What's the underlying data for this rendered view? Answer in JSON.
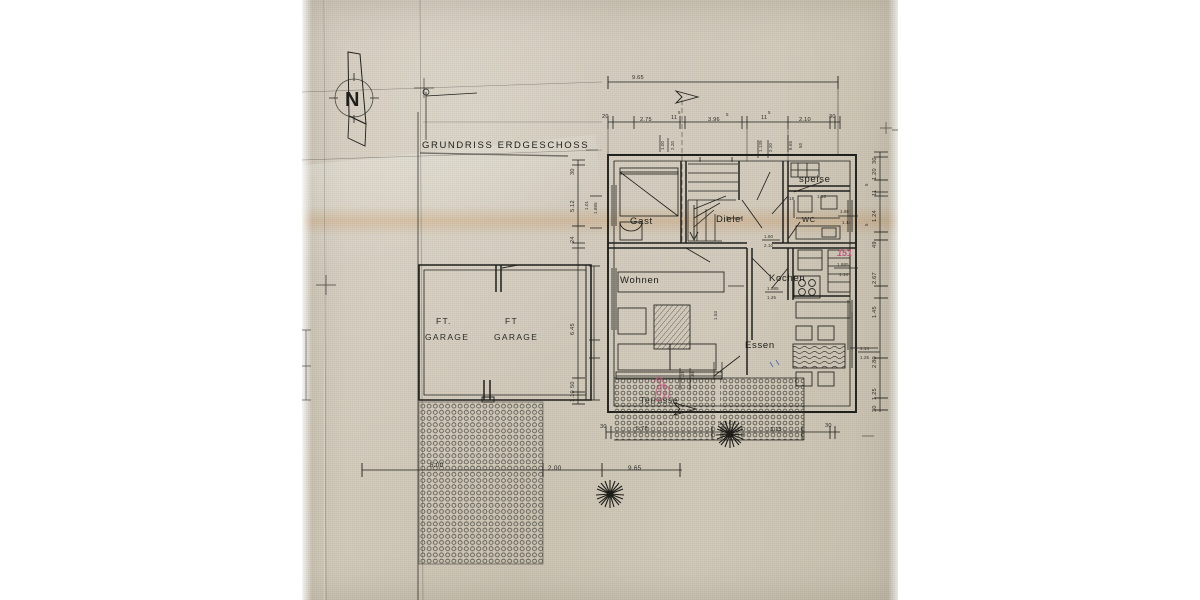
{
  "document": {
    "type": "architectural-floor-plan-scan",
    "title": "GRUNDRISS ERDGESCHOSS",
    "medium": "pencil and ink on tracing / drafting paper, photographed",
    "paper_color": "#d2cbbc",
    "ink_color": "#20201c",
    "annotation_color": "#c0557d",
    "tape_color": "#f0bc82"
  },
  "compass": {
    "label": "N",
    "name": "north-arrow"
  },
  "rooms": [
    {
      "id": "gast",
      "label": "Gast"
    },
    {
      "id": "diele",
      "label": "Diele"
    },
    {
      "id": "speise",
      "label": "speise"
    },
    {
      "id": "wc",
      "label": "WC"
    },
    {
      "id": "wohnen",
      "label": "Wohnen"
    },
    {
      "id": "kochen",
      "label": "Kochen"
    },
    {
      "id": "essen",
      "label": "Essen"
    },
    {
      "id": "terrasse",
      "label": "Terrasse"
    }
  ],
  "garage": {
    "label_left": "FT.",
    "label_left2": "GARAGE",
    "label_right": "FT",
    "label_right2": "GARAGE"
  },
  "dimensions": {
    "top_overall": "9.65",
    "top_chain": [
      "20",
      "2.75",
      "11",
      "3.96",
      "11",
      "2.10",
      "30"
    ],
    "top_chain_sup": [
      "",
      "",
      "5",
      "5",
      "5",
      "",
      ""
    ],
    "bottom_site": [
      "6.00",
      "2.00",
      "9.65"
    ],
    "bottom_chain": [
      "30",
      "5.78",
      "5",
      "3.15",
      "30"
    ],
    "left_chain": [
      "30",
      "5.12",
      "24",
      "6.45",
      "50",
      "1.10"
    ],
    "left_inner": [
      "1.01",
      "1.885"
    ],
    "right_chain": [
      "30",
      "1.20",
      "11",
      "1.24",
      "49",
      "2.67",
      "1.45",
      "2.80",
      "1.25",
      "30"
    ],
    "right_small": [
      "5",
      "5",
      "5"
    ],
    "interior": [
      "1.00",
      "2.20",
      "1.135",
      "2.20",
      "8.65",
      "50",
      "18",
      "1.16",
      "1.88",
      "1.14",
      "1.60",
      "2.10",
      "1.885",
      "1.26",
      "1.53",
      "2.15",
      "1.88",
      "1.14",
      "1.25"
    ]
  },
  "annotations": {
    "pink_number": "151",
    "pink_sub_top": "1.885",
    "pink_sub_bottom": "1.14",
    "pink_scribble": true
  }
}
